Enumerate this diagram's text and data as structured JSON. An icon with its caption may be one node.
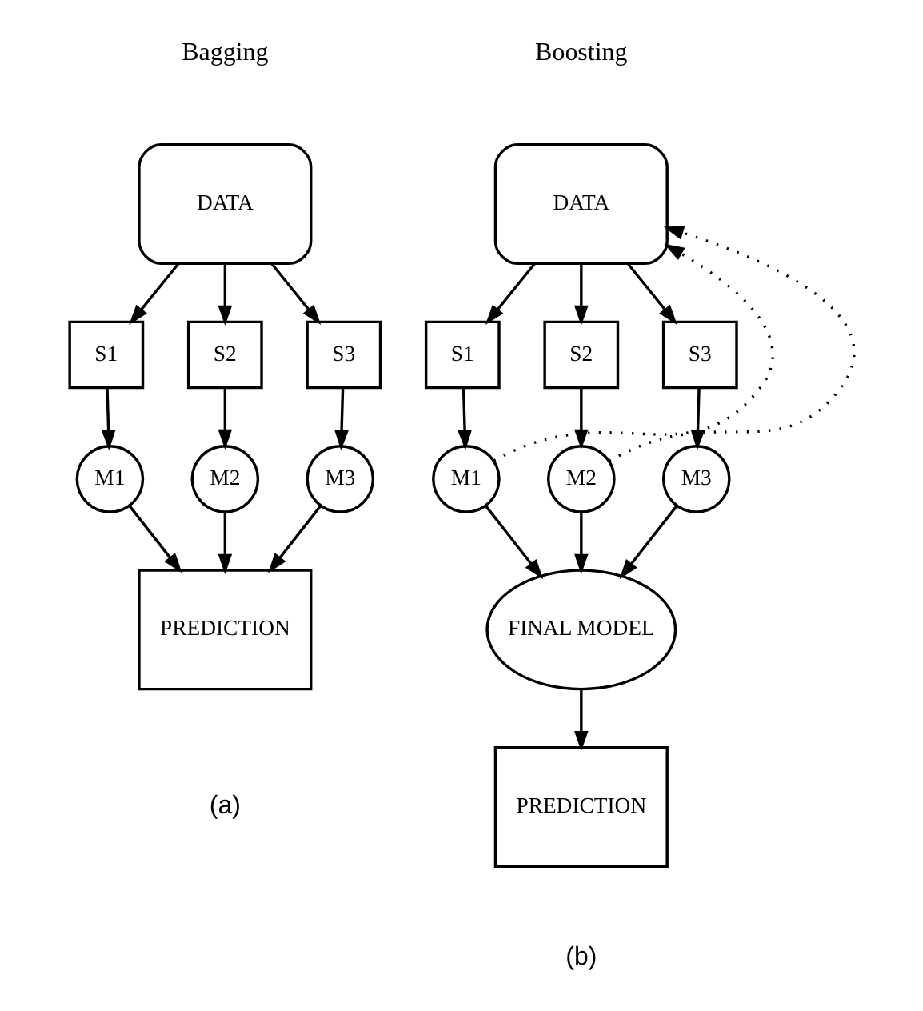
{
  "diagram": {
    "nodes": [
      {
        "text": [
          "DATA"
        ]
      },
      {
        "text": [
          "S1"
        ]
      },
      {
        "text": [
          "S2"
        ]
      },
      {
        "text": [
          "S3"
        ]
      },
      {
        "text": [
          "M1"
        ]
      },
      {
        "text": [
          "M2"
        ]
      },
      {
        "text": [
          "M3"
        ]
      },
      {
        "text": [
          "PREDICTION"
        ]
      },
      {
        "text": [
          "DATA"
        ]
      },
      {
        "text": [
          "S1"
        ]
      },
      {
        "text": [
          "S2"
        ]
      },
      {
        "text": [
          "S3"
        ]
      },
      {
        "text": [
          "M1"
        ]
      },
      {
        "text": [
          "M2"
        ]
      },
      {
        "text": [
          "M3"
        ]
      },
      {
        "text": [
          "FINAL MODEL"
        ]
      },
      {
        "text": [
          "PREDICTION"
        ]
      }
    ],
    "edges": [
      {
        "from": 0,
        "to": 1,
        "arrow": "to"
      },
      {
        "from": 0,
        "to": 2,
        "arrow": "to"
      },
      {
        "from": 0,
        "to": 3,
        "arrow": "to"
      },
      {
        "from": 1,
        "to": 4,
        "arrow": "to"
      },
      {
        "from": 2,
        "to": 5,
        "arrow": "to"
      },
      {
        "from": 3,
        "to": 6,
        "arrow": "to"
      },
      {
        "from": 4,
        "to": 7,
        "arrow": "to"
      },
      {
        "from": 5,
        "to": 7,
        "arrow": "to"
      },
      {
        "from": 6,
        "to": 7,
        "arrow": "to"
      },
      {
        "from": 8,
        "to": 9,
        "arrow": "to"
      },
      {
        "from": 8,
        "to": 10,
        "arrow": "to"
      },
      {
        "from": 8,
        "to": 11,
        "arrow": "to"
      },
      {
        "from": 9,
        "to": 12,
        "arrow": "to"
      },
      {
        "from": 10,
        "to": 13,
        "arrow": "to"
      },
      {
        "from": 11,
        "to": 14,
        "arrow": "to"
      },
      {
        "from": 12,
        "to": 8,
        "arrow": "to",
        "style": "dashed"
      },
      {
        "from": 13,
        "to": 8,
        "arrow": "to",
        "style": "dashed"
      },
      {
        "from": 12,
        "to": 15,
        "arrow": "to"
      },
      {
        "from": 13,
        "to": 15,
        "arrow": "to"
      },
      {
        "from": 14,
        "to": 15,
        "arrow": "to"
      },
      {
        "from": 15,
        "to": 16,
        "arrow": "to"
      }
    ],
    "labels": [
      "Bagging",
      "Boosting",
      "(a)",
      "(b)"
    ]
  }
}
